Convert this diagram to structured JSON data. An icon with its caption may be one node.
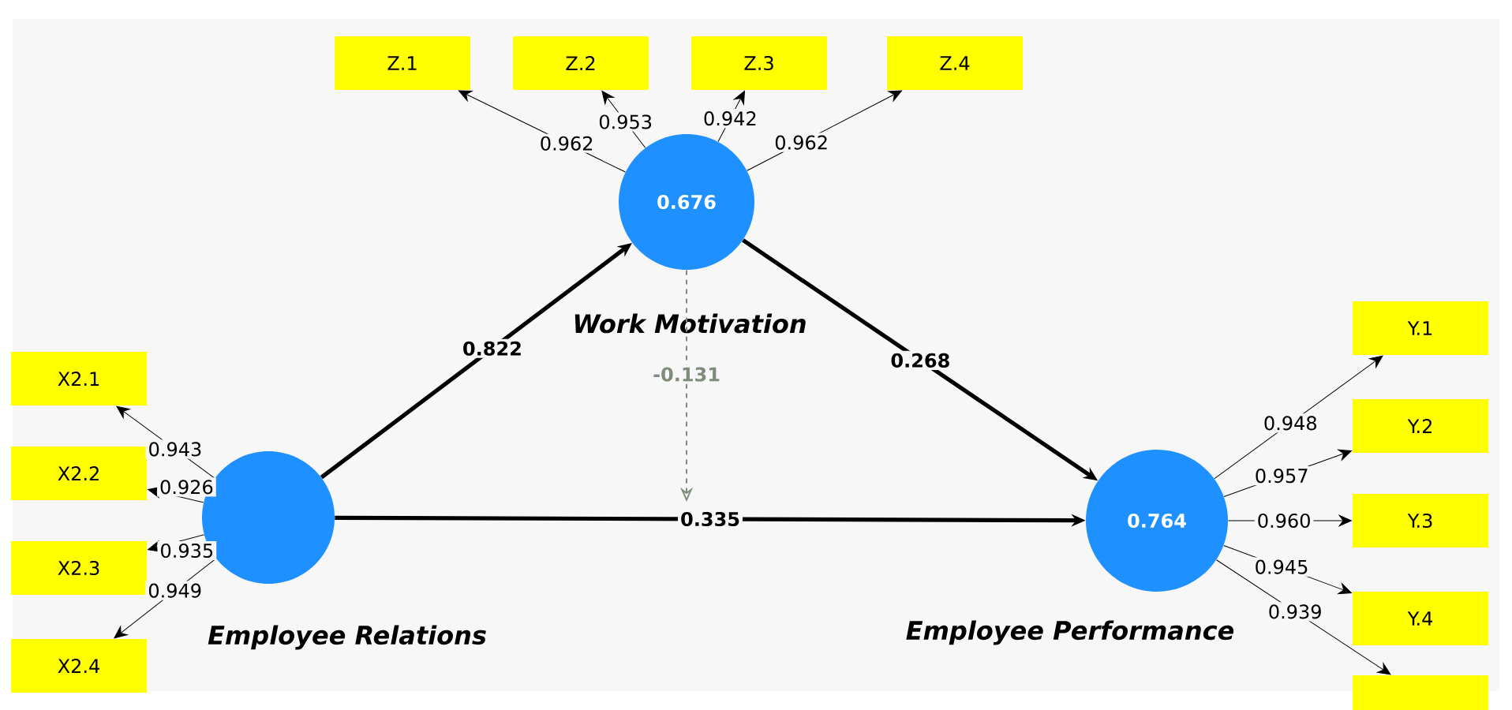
{
  "diagram": {
    "nodes": [
      {
        "text": [
          "Z.1"
        ]
      },
      {
        "text": [
          "Z.2"
        ]
      },
      {
        "text": [
          "Z.3"
        ]
      },
      {
        "text": [
          "Z.4"
        ]
      },
      {
        "text": [
          "0.676",
          "Work Motivation"
        ]
      },
      {
        "text": [
          "X2.1"
        ]
      },
      {
        "text": [
          "X2.2"
        ]
      },
      {
        "text": [
          "X2.3"
        ]
      },
      {
        "text": [
          "X2.4"
        ]
      },
      {
        "text": [
          "Employee Relations"
        ]
      },
      {
        "text": [
          "Y.1"
        ]
      },
      {
        "text": [
          "Y.2"
        ]
      },
      {
        "text": [
          "Y.3"
        ]
      },
      {
        "text": [
          "Y.4"
        ]
      },
      {
        "text": [],
        "shape": "box"
      },
      {
        "text": [
          "0.764",
          "Employee Performance"
        ]
      }
    ],
    "edges": [
      {
        "from": 4,
        "to": 0,
        "arrow": "to",
        "label": "0.962"
      },
      {
        "from": 4,
        "to": 1,
        "arrow": "to",
        "label": "0.953"
      },
      {
        "from": 4,
        "to": 2,
        "arrow": "to",
        "label": "0.942"
      },
      {
        "from": 4,
        "to": 3,
        "arrow": "to",
        "label": "0.962"
      },
      {
        "from": 9,
        "to": 5,
        "arrow": "to",
        "label": "0.943"
      },
      {
        "from": 9,
        "to": 6,
        "arrow": "to",
        "label": "0.926"
      },
      {
        "from": 9,
        "to": 7,
        "arrow": "to",
        "label": "0.935"
      },
      {
        "from": 9,
        "to": 8,
        "arrow": "to",
        "label": "0.949"
      },
      {
        "from": 9,
        "to": 4,
        "arrow": "to",
        "label": "0.822",
        "style": "thick"
      },
      {
        "from": 4,
        "to": 15,
        "arrow": "to",
        "label": "0.268",
        "style": "thick"
      },
      {
        "from": 9,
        "to": 15,
        "arrow": "to",
        "label": "0.335",
        "style": "thick"
      },
      {
        "from": 4,
        "to": null,
        "arrow": "to",
        "label": "-0.131",
        "style": "dashed",
        "color": "#7f8c7a"
      },
      {
        "from": 15,
        "to": 10,
        "arrow": "to",
        "label": "0.948"
      },
      {
        "from": 15,
        "to": 11,
        "arrow": "to",
        "label": "0.957"
      },
      {
        "from": 15,
        "to": 12,
        "arrow": "to",
        "label": "0.960"
      },
      {
        "from": 15,
        "to": 13,
        "arrow": "to",
        "label": "0.945"
      },
      {
        "from": 15,
        "to": 14,
        "arrow": "to",
        "label": "0.939"
      }
    ]
  }
}
